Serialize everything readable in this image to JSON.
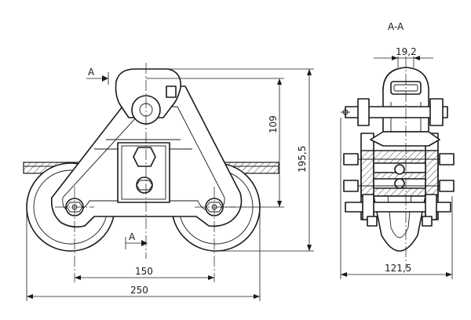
{
  "section_title": "A-A",
  "section_marker": "A",
  "dimensions": {
    "overall_width": "250",
    "wheel_spacing": "150",
    "height_total": "195,5",
    "height_pin": "109",
    "section_width": "121,5",
    "clevis_width": "19,2"
  }
}
